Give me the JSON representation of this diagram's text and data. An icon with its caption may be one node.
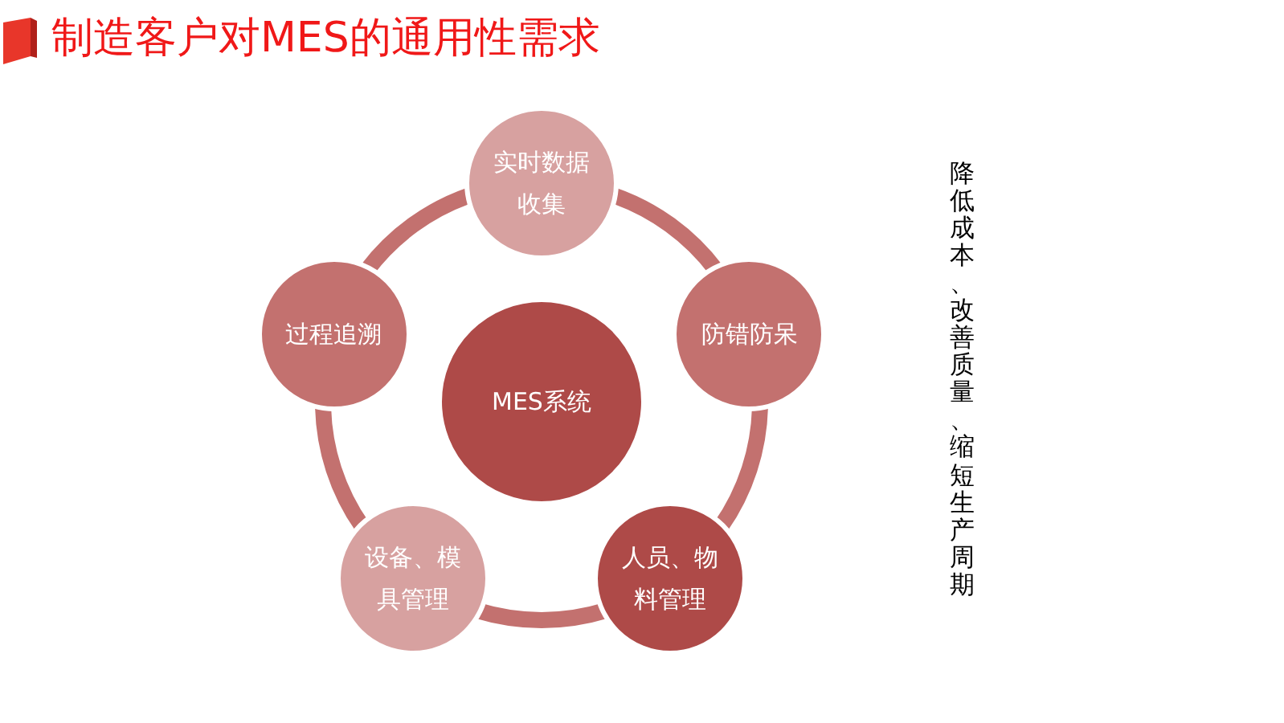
{
  "diagram": {
    "title": "制造客户对MES的通用性需求",
    "nodes": [
      {
        "text": [
          "MES系统"
        ]
      },
      {
        "text": [
          "实时数据收集"
        ]
      },
      {
        "text": [
          "防错防呆"
        ]
      },
      {
        "text": [
          "人员、物料管理"
        ]
      },
      {
        "text": [
          "设备、模具管理"
        ]
      },
      {
        "text": [
          "过程追溯"
        ]
      }
    ],
    "edges": [
      {
        "from": 1,
        "to": 2,
        "arrow": "none"
      },
      {
        "from": 2,
        "to": 3,
        "arrow": "none"
      },
      {
        "from": 3,
        "to": 4,
        "arrow": "none"
      },
      {
        "from": 4,
        "to": 5,
        "arrow": "none"
      },
      {
        "from": 5,
        "to": 1,
        "arrow": "none"
      }
    ],
    "labels": [
      "降低成本、改善质量、缩短生产周期"
    ]
  }
}
